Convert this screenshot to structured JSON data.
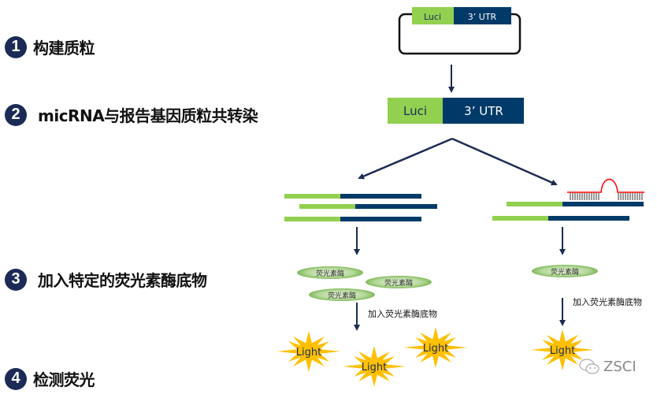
{
  "steps": [
    {
      "number": "1",
      "label": "构建质粒"
    },
    {
      "number": "2",
      "label": "micRNA与报告基因质粒共转染"
    },
    {
      "number": "3",
      "label": "加入特定的荧光素酶底物"
    },
    {
      "number": "4",
      "label": "检测荧光"
    }
  ],
  "plasmid": {
    "luci_label": "Luci",
    "utr_label": "3’ UTR"
  },
  "construct": {
    "luci_label": "Luci",
    "utr_label": "3’ UTR"
  },
  "left_branch": {
    "enzymes": [
      "荧光素酶",
      "荧光素酶",
      "荧光素酶"
    ],
    "substrate_label": "加入荧光素酶底物",
    "lights": [
      "Light",
      "Light",
      "Light"
    ]
  },
  "right_branch": {
    "enzymes": [
      "荧光素酶"
    ],
    "substrate_label": "加入荧光素酶底物",
    "lights": [
      "Light"
    ]
  },
  "watermark": "ZSCI",
  "colors": {
    "luci_green": "#92d050",
    "utr_navy": "#003a68",
    "arrow_navy": "#1b2b55",
    "light_yellow": "#ffc000",
    "mirna_red": "#ff0000"
  }
}
